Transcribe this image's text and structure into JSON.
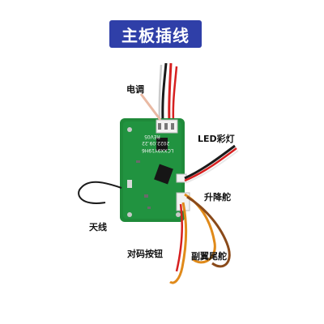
{
  "title": "主板插线",
  "labels": {
    "esc": "电调",
    "led": "LED彩灯",
    "lift_servo": "升降舵",
    "antenna": "天线",
    "pair_button": "对码按钮",
    "aux_tail_servo": "副翼尾舵"
  },
  "board_silkscreen": {
    "model": "LCXX9Y19H6",
    "date": "2022.09.22",
    "rev": "REV05"
  },
  "colors": {
    "banner": "#2f3fa8",
    "pcb": "#1f8a3a",
    "wire_red": "#d62020",
    "wire_black": "#1a1a1a",
    "wire_orange": "#e08a1a",
    "wire_brown": "#8a4a1a"
  }
}
